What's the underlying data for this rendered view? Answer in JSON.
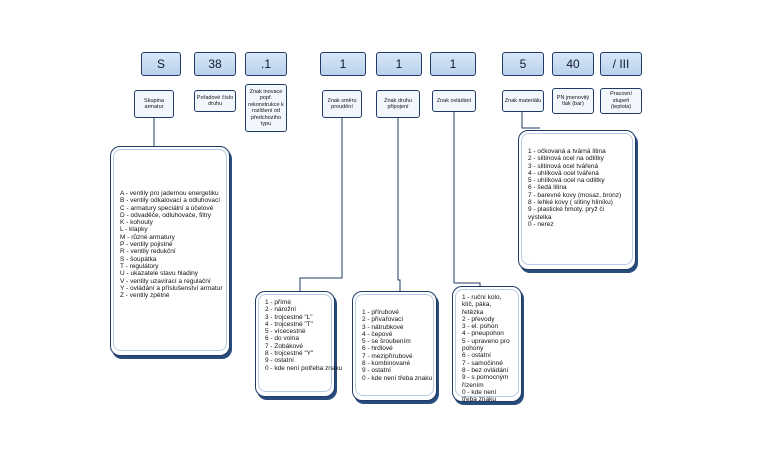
{
  "codes": {
    "group": "S",
    "order": "38",
    "innovation": ".1",
    "flow": "1",
    "connection": "1",
    "control": "1",
    "material": "5",
    "pn": "40",
    "work": "/ III"
  },
  "labels": {
    "group": "Skupina armatur",
    "order": "Pořadové číslo druhu",
    "innovation": "Znak inovace popř. rekonstrukce k rozlišení od předchozího typu",
    "flow": "Znak směru proudění",
    "connection": "Znak druhu připojení",
    "control": "Znak ovládání",
    "material": "Znak materiálu",
    "pn": "PN jmenovitý tlak (bar)",
    "work": "Pracovní stupeň (teplota)"
  },
  "group_list": [
    "A - ventily pro jadernou energetiku",
    "B - ventily odkalovací a odluhovací",
    "C - armatury speciální a účelové",
    "D - odvaděče, odluhovače, filtry",
    "K - kohouty",
    "L - klapky",
    "M - různé armatury",
    "P - ventily pojistné",
    "R - ventily redukční",
    "S - šoupátka",
    "T - regulátory",
    "U - ukazatele stavu hladiny",
    "V - ventily uzavírací a regulační",
    "Y - ovládání a příslušenství armatur",
    "Z - ventily zpětné"
  ],
  "flow_list": [
    "1 - přímé",
    "2 - nárožní",
    "3 - trojcestné \"L\"",
    "4 - trojcestné \"T\"",
    "5 - vícecestné",
    "6 - do volna",
    "7 - Zobákové",
    "8 - trojcestné \"Y\"",
    "9 - ostatní",
    "0 - kde není potřeba znaku"
  ],
  "connection_list": [
    "1 - přírubové",
    "2 - přivařovací",
    "3 - nátrubkové",
    "4 - čepové",
    "5 - se šroubením",
    "6 - hrdlové",
    "7 - mezipřírubové",
    "8 - kombinované",
    "9 - ostatní",
    "0 - kde není třeba znaku"
  ],
  "control_list": [
    "1 - ruční kolo, klíč, páka, řetězka",
    "2 - převody",
    "3 - el. pohon",
    "4 - pneupohon",
    "5 - upraveno pro pohony",
    "6 - ostatní",
    "7 - samočinné",
    "8 - bez ovládání",
    "9 - s pomocným řízením",
    "0 - kde není třeba znaku"
  ],
  "material_list": [
    "1 - očkovaná a tvárná litina",
    "2 - slitinová ocel na odlitky",
    "3 - slitinová ocel tvářená",
    "4 - uhlíková ocel tvářená",
    "5 - uhlíková ocel na odlitky",
    "6 - šedá litina",
    "7 - barevné kovy (mosaz, bronz)",
    "8 - lehké kovy ( slitiny hliníku)",
    "9 - plastické hmoty, pryž či výstelka",
    "0 - nerez"
  ]
}
